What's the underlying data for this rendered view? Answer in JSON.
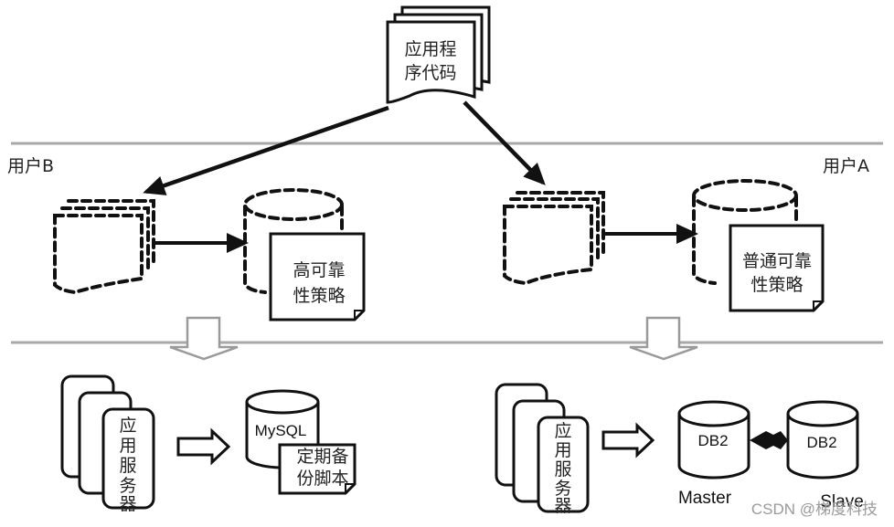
{
  "diagram": {
    "source": {
      "label_line1": "应用程",
      "label_line2": "序代码"
    },
    "users": {
      "b": {
        "label": "用户B"
      },
      "a": {
        "label": "用户A"
      }
    },
    "policies": {
      "b": {
        "line1": "高可靠",
        "line2": "性策略"
      },
      "a": {
        "line1": "普通可靠",
        "line2": "性策略"
      }
    },
    "deploy_b": {
      "server_label": [
        "应",
        "用",
        "服",
        "务",
        "器"
      ],
      "db_label": "MySQL",
      "script_line1": "定期备",
      "script_line2": "份脚本"
    },
    "deploy_a": {
      "server_label": [
        "应",
        "用",
        "服",
        "务",
        "器"
      ],
      "master_db": "DB2",
      "slave_db": "DB2",
      "master_caption": "Master",
      "slave_caption": "Slave"
    },
    "watermark": "CSDN @梯度科技",
    "colors": {
      "line": "#111111",
      "separator": "#a8a8a8",
      "hollow_arrow": "#9a9a9a"
    }
  }
}
